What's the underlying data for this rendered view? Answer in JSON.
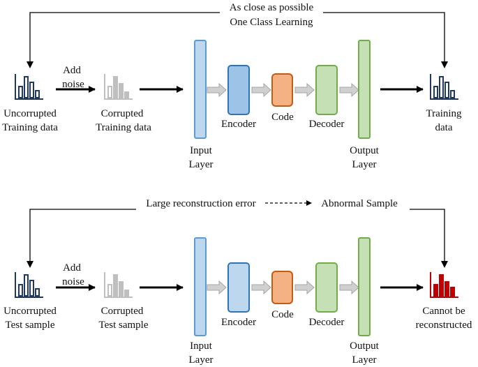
{
  "top": {
    "caption_line1": "As close as possible",
    "caption_line2": "One Class Learning",
    "input_label": [
      "Uncorrupted",
      "Training data"
    ],
    "noise_label": [
      "Add",
      "noise"
    ],
    "corrupted_label": [
      "Corrupted",
      "Training data"
    ],
    "output_label": [
      "Training",
      "data"
    ],
    "output_color": "#1f3864"
  },
  "bottom": {
    "caption_left": "Large reconstruction error",
    "caption_right": "Abnormal Sample",
    "input_label": [
      "Uncorrupted",
      "Test sample"
    ],
    "noise_label": [
      "Add",
      "noise"
    ],
    "corrupted_label": [
      "Corrupted",
      "Test sample"
    ],
    "output_label": [
      "Cannot be",
      "reconstructed"
    ],
    "output_color": "#c00000"
  },
  "network": {
    "input_layer": [
      "Input",
      "Layer"
    ],
    "encoder": "Encoder",
    "code": "Code",
    "decoder": "Decoder",
    "output_layer": [
      "Output",
      "Layer"
    ]
  },
  "colors": {
    "layer_blue_fill": "#bdd7ee",
    "layer_blue_stroke": "#5b9bd5",
    "encoder_fill": "#9dc3e6",
    "encoder_stroke": "#2e75b6",
    "encoder_fill_light": "#bdd7ee",
    "code_fill": "#f4b183",
    "code_stroke": "#c55a11",
    "green_fill": "#c5e0b4",
    "green_stroke": "#70ad47",
    "clean_icon": "#1f3864",
    "corrupted_icon": "#bfbfbf"
  }
}
